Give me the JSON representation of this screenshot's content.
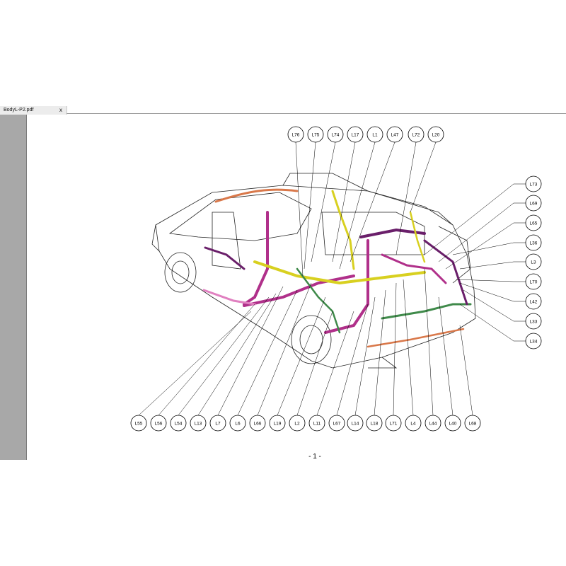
{
  "tab": {
    "title": "BodyL-P2.pdf",
    "close_glyph": "x"
  },
  "page": {
    "number_text": "- 1 -"
  },
  "labels": {
    "top": [
      "L76",
      "L75",
      "L74",
      "L17",
      "L1",
      "L47",
      "L72",
      "L20"
    ],
    "right": [
      "L73",
      "L69",
      "L65",
      "L36",
      "L3",
      "L70",
      "L42",
      "L33",
      "L34"
    ],
    "bottom": [
      "L55",
      "L56",
      "L54",
      "L13",
      "L7",
      "L6",
      "L66",
      "L19",
      "L2",
      "L11",
      "L67",
      "L14",
      "L18",
      "L71",
      "L4",
      "L44",
      "L40",
      "L68"
    ]
  },
  "colors": {
    "harness_magenta": "#b0308a",
    "harness_purple": "#6a1f6a",
    "harness_yellow": "#d8d020",
    "harness_green": "#3f8a4a",
    "harness_orange": "#d9784a",
    "harness_pink": "#e080c0"
  }
}
